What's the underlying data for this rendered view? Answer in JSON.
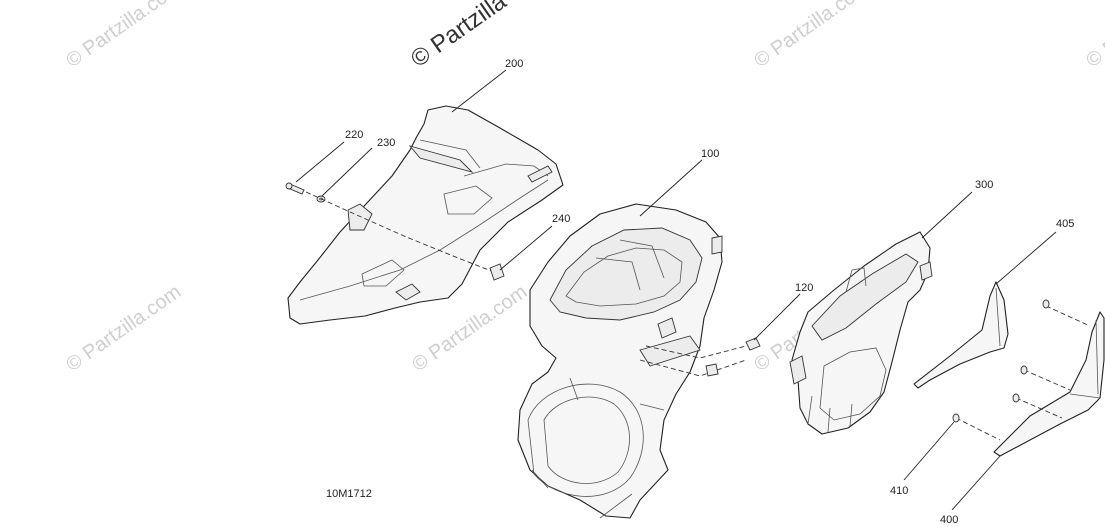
{
  "watermark": {
    "main": "© Partzilla",
    "repeat": "© Partzilla.com"
  },
  "diagram_code": "10M1712",
  "callouts": [
    {
      "id": "200",
      "label": "200"
    },
    {
      "id": "220",
      "label": "220"
    },
    {
      "id": "230",
      "label": "230"
    },
    {
      "id": "240",
      "label": "240"
    },
    {
      "id": "100",
      "label": "100"
    },
    {
      "id": "120",
      "label": "120"
    },
    {
      "id": "300",
      "label": "300"
    },
    {
      "id": "405",
      "label": "405"
    },
    {
      "id": "410",
      "label": "410"
    },
    {
      "id": "400",
      "label": "400"
    }
  ]
}
